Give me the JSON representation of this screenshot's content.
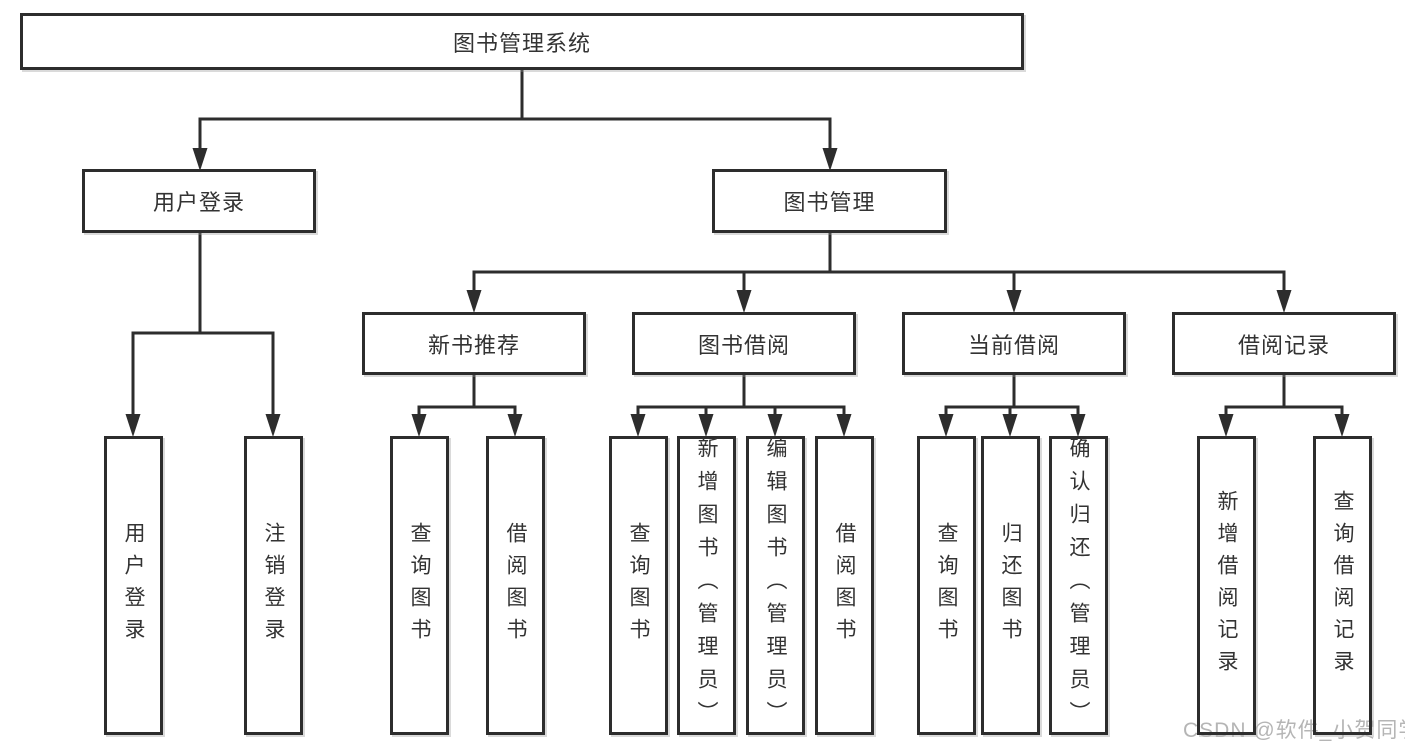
{
  "diagram": {
    "title": "图书管理系统",
    "root": {
      "label": "图书管理系统"
    },
    "level2": [
      {
        "label": "用户登录"
      },
      {
        "label": "图书管理"
      }
    ],
    "level3": [
      {
        "label": "新书推荐"
      },
      {
        "label": "图书借阅"
      },
      {
        "label": "当前借阅"
      },
      {
        "label": "借阅记录"
      }
    ],
    "leaves": {
      "user_login": [
        {
          "label": "用户登录"
        },
        {
          "label": "注销登录"
        }
      ],
      "new_book_rec": [
        {
          "label": "查询图书"
        },
        {
          "label": "借阅图书"
        }
      ],
      "book_borrow": [
        {
          "label": "查询图书"
        },
        {
          "label": "新增图书（管理员）"
        },
        {
          "label": "编辑图书（管理员）"
        },
        {
          "label": "借阅图书"
        }
      ],
      "current_borrow": [
        {
          "label": "查询图书"
        },
        {
          "label": "归还图书"
        },
        {
          "label": "确认归还（管理员）"
        }
      ],
      "borrow_records": [
        {
          "label": "新增借阅记录"
        },
        {
          "label": "查询借阅记录"
        }
      ]
    },
    "watermark": "CSDN @软件_小贺同学",
    "colors": {
      "line": "#2d2d2d",
      "box_border": "#2d2d2d",
      "text": "#333333",
      "background": "#ffffff",
      "watermark": "#b5b5b5"
    }
  }
}
